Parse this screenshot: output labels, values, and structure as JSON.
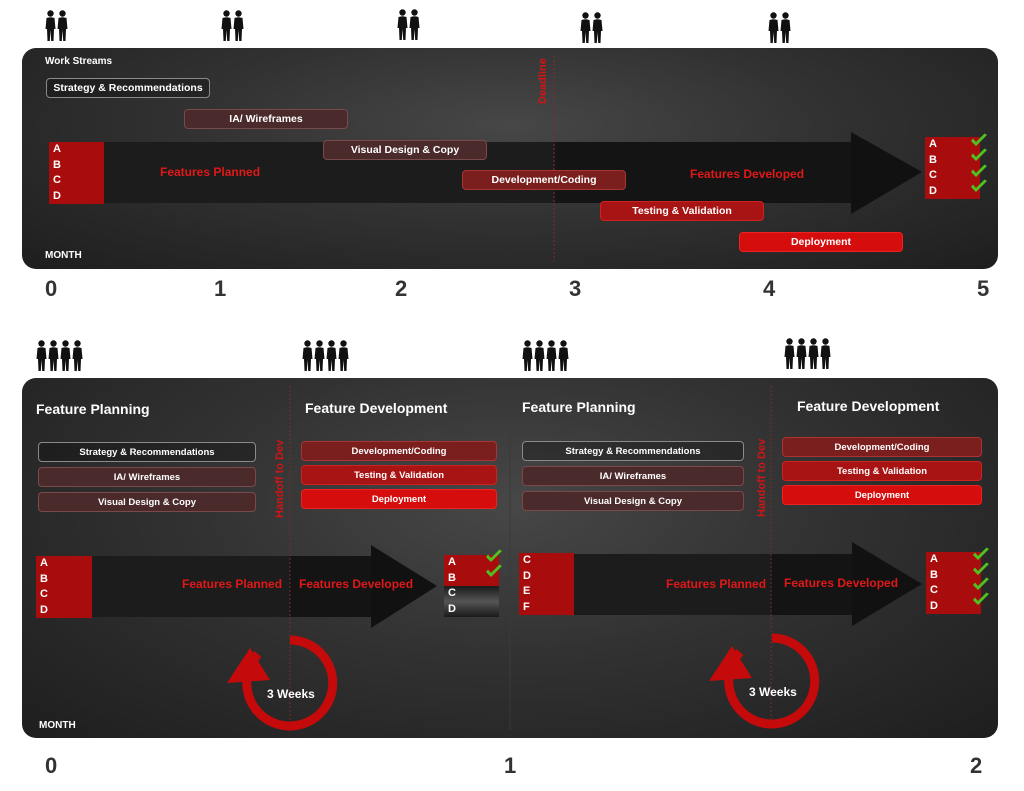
{
  "top": {
    "title": "Work Streams",
    "month_label": "MONTH",
    "deadline_label": "Deadline",
    "work_streams": [
      "Strategy & Recommendations",
      "IA/ Wireframes",
      "Visual Design & Copy",
      "Development/Coding",
      "Testing & Validation",
      "Deployment"
    ],
    "features_planned": "Features Planned",
    "features_developed": "Features Developed",
    "features_start": [
      "A",
      "B",
      "C",
      "D"
    ],
    "features_end": [
      "A",
      "B",
      "C",
      "D"
    ],
    "months": [
      "0",
      "1",
      "2",
      "3",
      "4",
      "5"
    ]
  },
  "bottom": {
    "month_label": "MONTH",
    "months": [
      "0",
      "1",
      "2"
    ],
    "cycles": [
      {
        "planning_heading": "Feature Planning",
        "development_heading": "Feature Development",
        "handoff_label": "Handoff to Dev",
        "planning_streams": [
          "Strategy & Recommendations",
          "IA/ Wireframes",
          "Visual Design & Copy"
        ],
        "development_streams": [
          "Development/Coding",
          "Testing & Validation",
          "Deployment"
        ],
        "features_planned": "Features Planned",
        "features_developed": "Features Developed",
        "features_start": [
          "A",
          "B",
          "C",
          "D"
        ],
        "features_end": [
          "A",
          "B",
          "C",
          "D"
        ],
        "cycle_label": "3 Weeks"
      },
      {
        "planning_heading": "Feature Planning",
        "development_heading": "Feature Development",
        "handoff_label": "Handoff to Dev",
        "planning_streams": [
          "Strategy & Recommendations",
          "IA/ Wireframes",
          "Visual Design & Copy"
        ],
        "development_streams": [
          "Development/Coding",
          "Testing & Validation",
          "Deployment"
        ],
        "features_planned": "Features Planned",
        "features_developed": "Features Developed",
        "features_start": [
          "C",
          "D",
          "E",
          "F"
        ],
        "features_end": [
          "A",
          "B",
          "C",
          "D"
        ],
        "cycle_label": "3 Weeks"
      }
    ]
  },
  "colors": {
    "accent_red": "#e01818",
    "feature_red": "#a80c0c",
    "check_green": "#4fc21f",
    "panel_dark": "#2c2c2c"
  },
  "icons": [
    "person-pair-icon",
    "person-quad-icon",
    "checkmark-icon",
    "cycle-arrow-icon"
  ]
}
